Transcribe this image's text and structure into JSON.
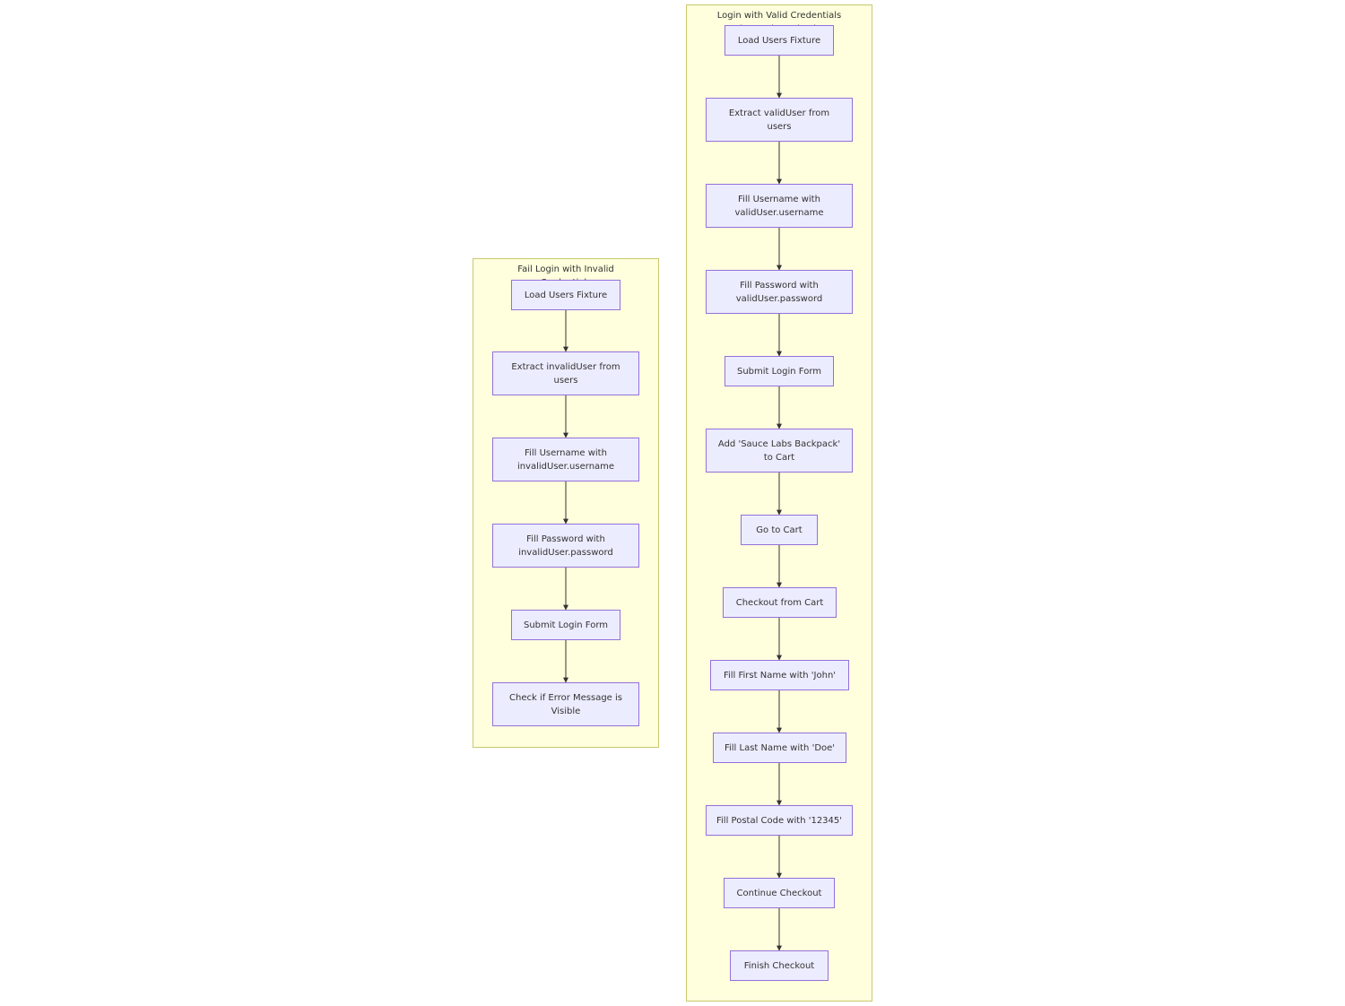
{
  "clusters": [
    {
      "title": "Fail Login with Invalid Credentials",
      "nodes": [
        "Load Users Fixture",
        "Extract invalidUser from users",
        "Fill Username with invalidUser.username",
        "Fill Password with invalidUser.password",
        "Submit Login Form",
        "Check if Error Message is Visible"
      ]
    },
    {
      "title": "Login with Valid Credentials and Complete Checkout",
      "nodes": [
        "Load Users Fixture",
        "Extract validUser from users",
        "Fill Username with validUser.username",
        "Fill Password with validUser.password",
        "Submit Login Form",
        "Add 'Sauce Labs Backpack' to Cart",
        "Go to Cart",
        "Checkout from Cart",
        "Fill First Name with 'John'",
        "Fill Last Name with 'Doe'",
        "Fill Postal Code with '12345'",
        "Continue Checkout",
        "Finish Checkout"
      ]
    }
  ],
  "colors": {
    "cluster_fill": "#ffffde",
    "cluster_border": "#c8c86e",
    "node_fill": "#ececff",
    "node_border": "#9370db",
    "edge": "#333333",
    "text": "#333333"
  }
}
